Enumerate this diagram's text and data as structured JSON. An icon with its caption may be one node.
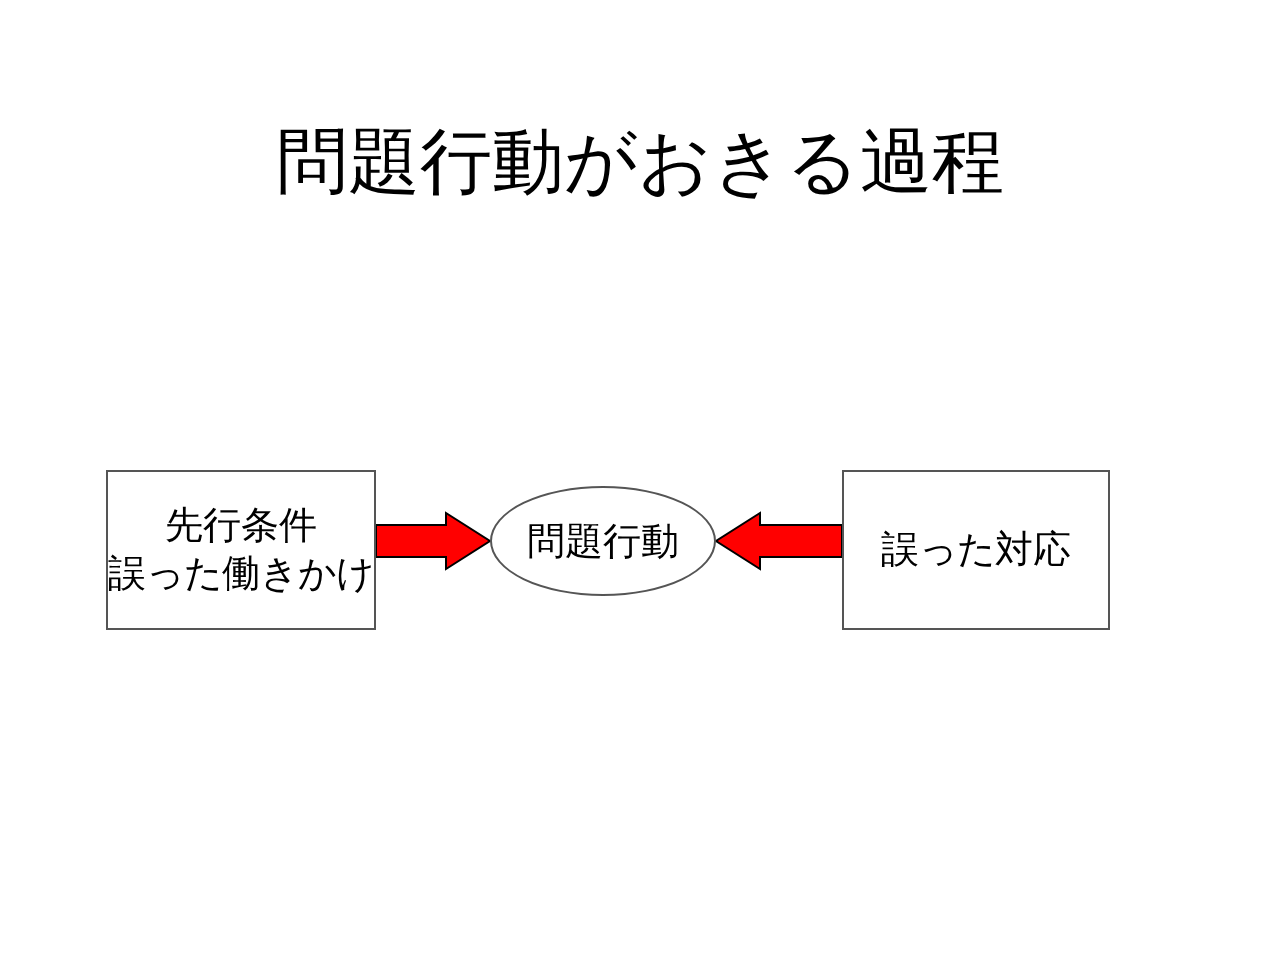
{
  "diagram": {
    "title": "問題行動がおきる過程",
    "nodes": [
      {
        "text": [
          "先行条件",
          "誤った働きかけ"
        ]
      },
      {
        "text": [
          "問題行動"
        ]
      },
      {
        "text": [
          "誤った対応"
        ]
      }
    ],
    "edges": [
      {
        "from": 0,
        "to": 1,
        "arrow": "to"
      },
      {
        "from": 2,
        "to": 1,
        "arrow": "to"
      }
    ]
  }
}
